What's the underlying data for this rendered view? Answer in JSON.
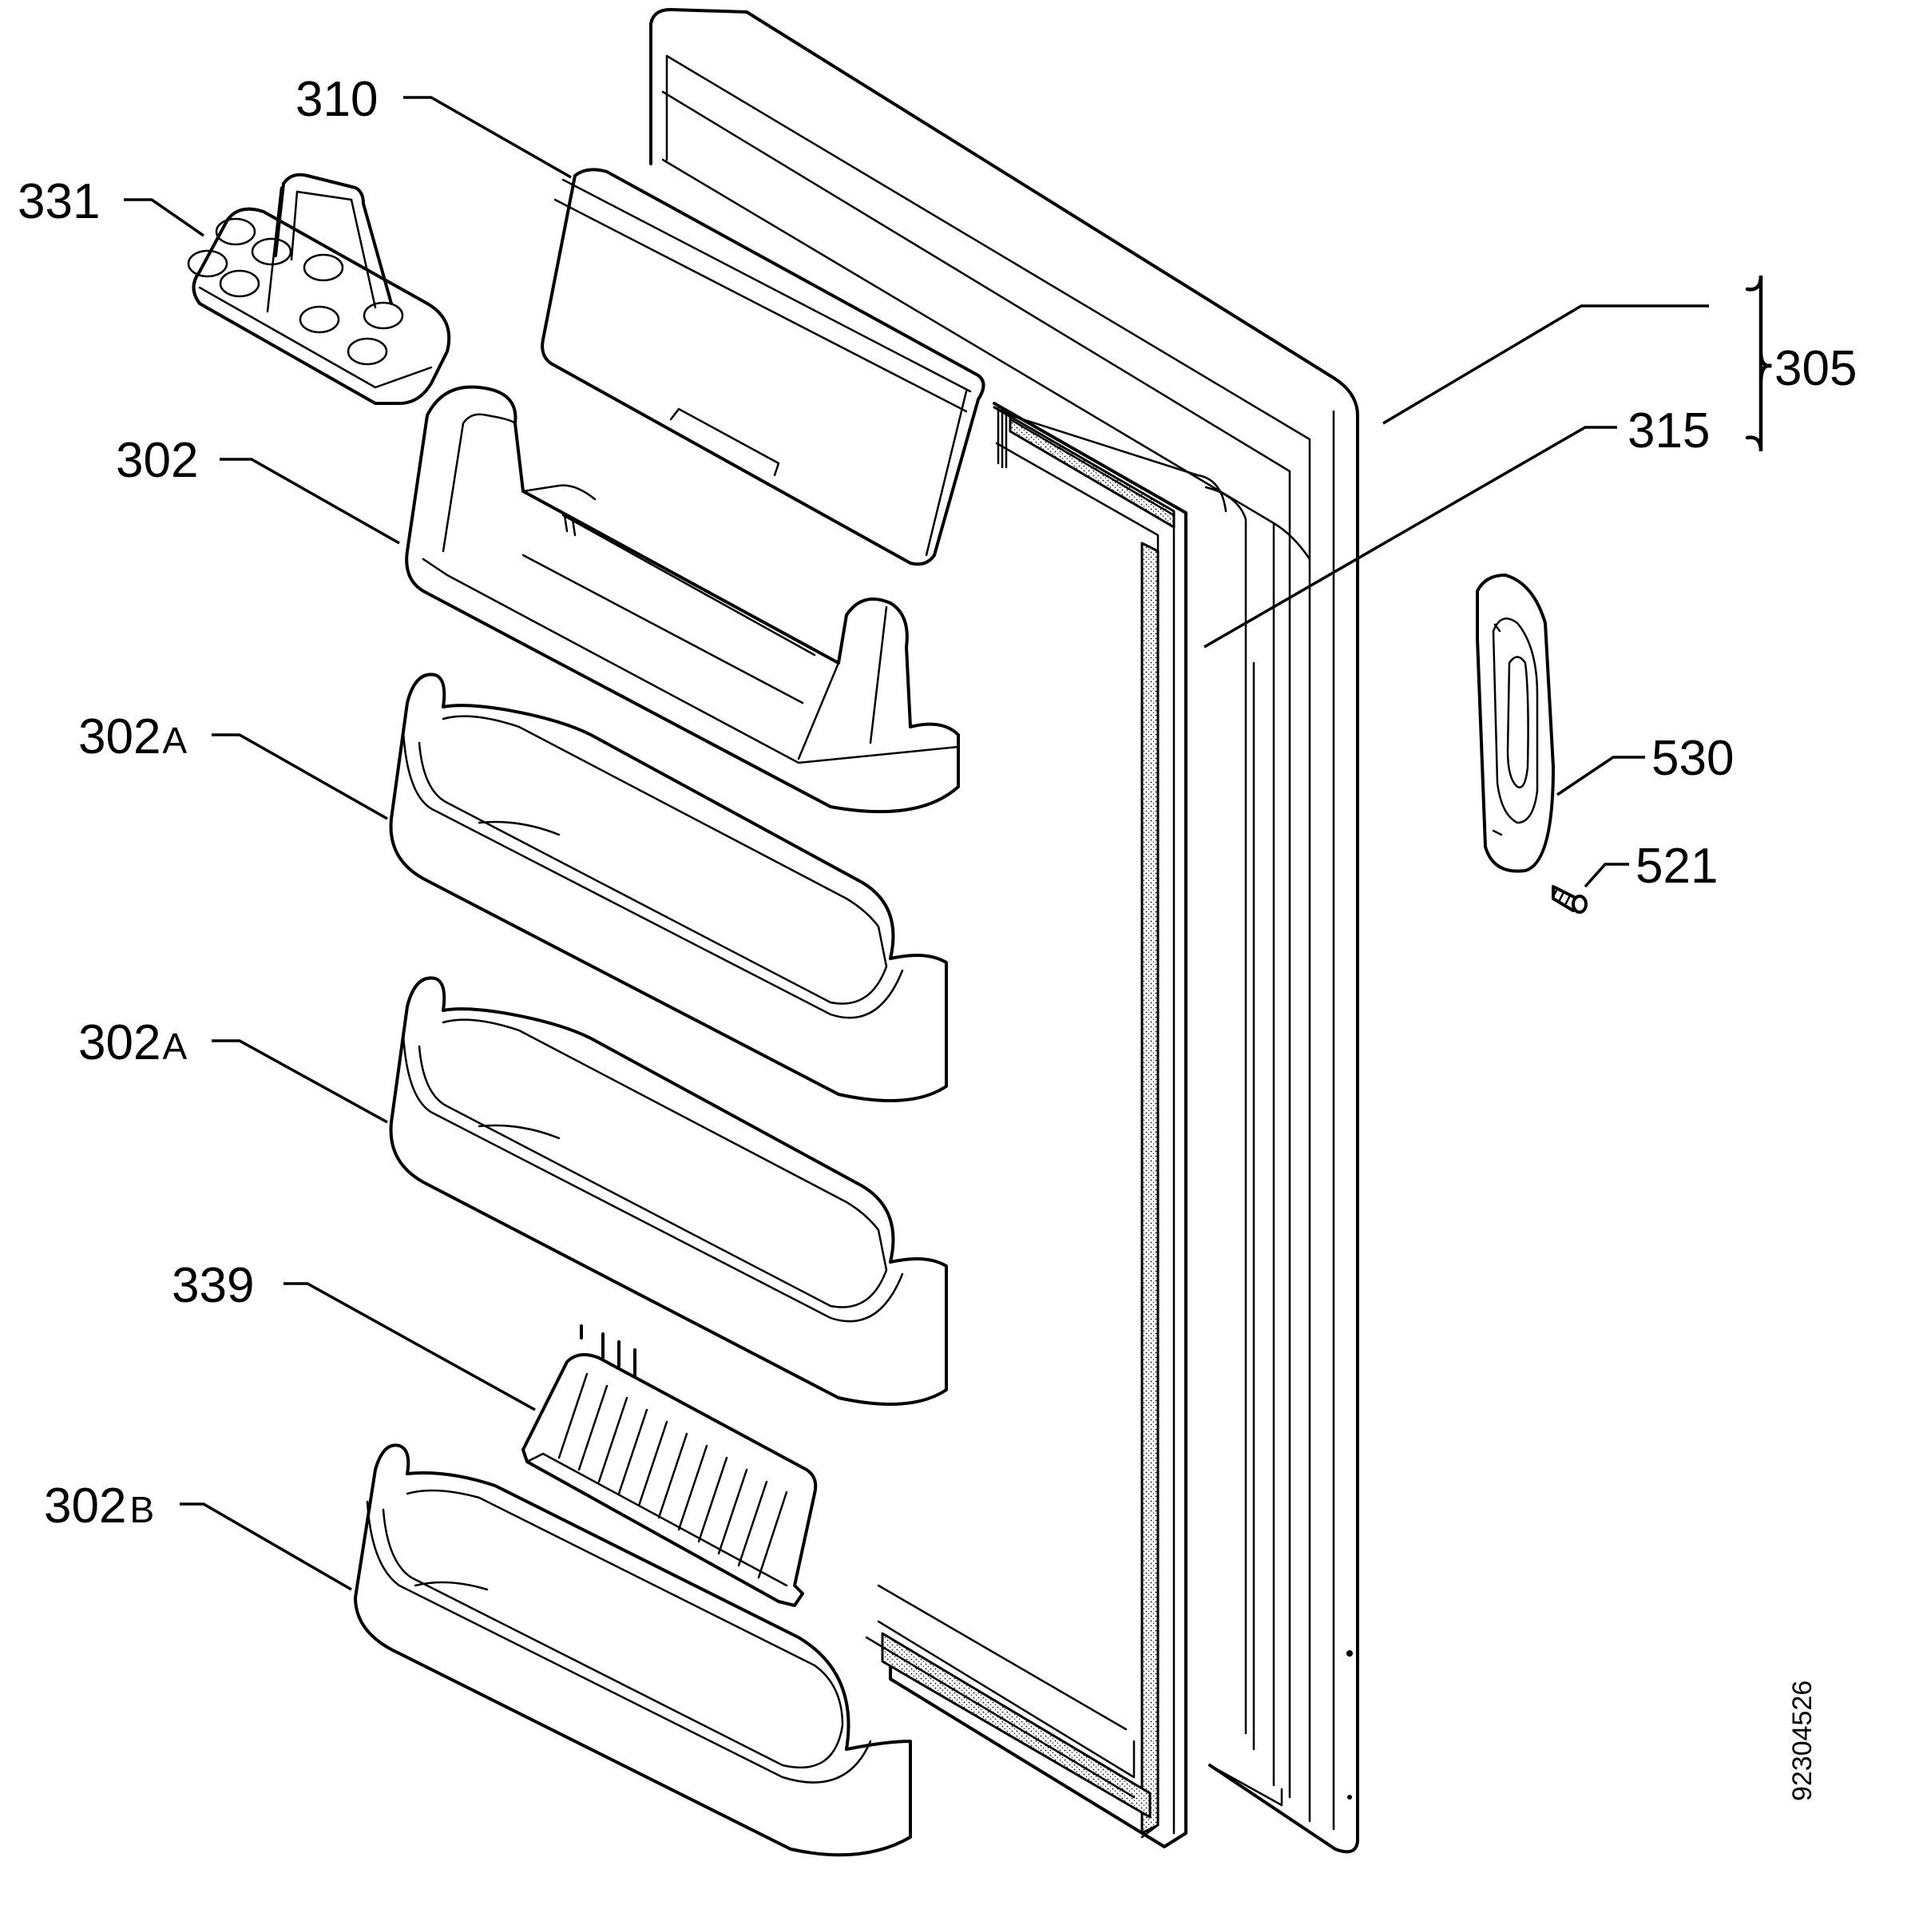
{
  "callouts": {
    "c310": "310",
    "c331": "331",
    "c302": "302",
    "c302a_1": "302",
    "c302a_1_suffix": "A",
    "c302a_2": "302",
    "c302a_2_suffix": "A",
    "c339": "339",
    "c302b": "302",
    "c302b_suffix": "B",
    "c305": "305",
    "c315": "315",
    "c530": "530",
    "c521": "521"
  },
  "drawing_code": "92304526",
  "colors": {
    "line": "#000000",
    "background": "#ffffff"
  }
}
